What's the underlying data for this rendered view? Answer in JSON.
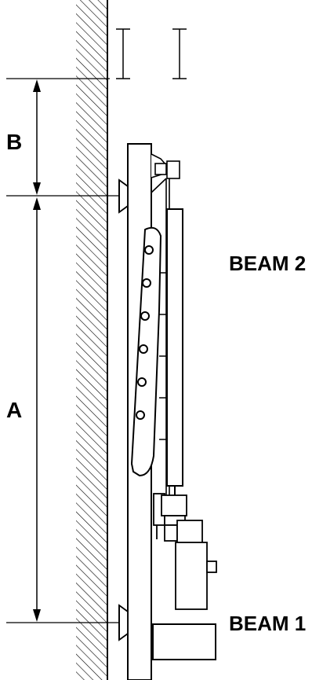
{
  "labels": {
    "dim_b": "B",
    "dim_a": "A",
    "beam_upper": "BEAM 2",
    "beam_lower": "BEAM 1"
  },
  "colors": {
    "ink": "#000000",
    "background": "#ffffff"
  }
}
